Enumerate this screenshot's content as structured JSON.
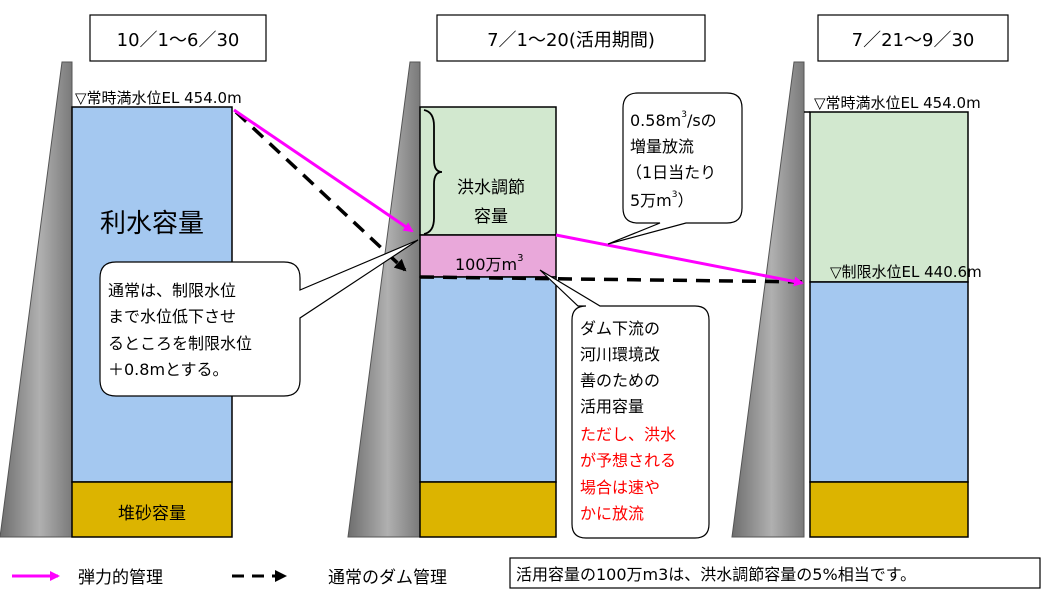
{
  "periods": [
    {
      "label": "10／1～6／30"
    },
    {
      "label": "7／1～20(活用期間)"
    },
    {
      "label": "7／21～9／30"
    }
  ],
  "levels": {
    "normal_full": "▽常時満水位EL 454.0m",
    "limit_left": "▽常時満水位EL 454.0m",
    "limit_right": "▽制限水位EL 440.6m"
  },
  "capacities": {
    "water_use": "利水容量",
    "sediment_left": "堆砂容量",
    "flood_control_line1": "洪水調節",
    "flood_control_line2": "容量",
    "utilization_amount": "100万m",
    "utilization_sup": "3"
  },
  "callouts": {
    "left": [
      "通常は、制限水位",
      "まで水位低下させ",
      "るところを制限水位",
      "＋0.8mとする。"
    ],
    "right_top": {
      "line1": "0.58m",
      "line1_sup": "3",
      "line1_rest": "/sの",
      "line2": "増量放流",
      "line3": "（1日当たり",
      "line4": "5万m",
      "line4_sup": "3",
      "line4_rest": "）"
    },
    "middle": {
      "black": [
        "ダム下流の",
        "河川環境改",
        "善のための",
        "活用容量"
      ],
      "red": [
        "ただし、洪水",
        "が予想される",
        "場合は速や",
        "かに放流"
      ]
    }
  },
  "legend": {
    "elastic": "弾力的管理",
    "normal": "通常のダム管理"
  },
  "note": "活用容量の100万m3は、洪水調節容量の5%相当です。",
  "colors": {
    "water_blue": "#a4c8f0",
    "flood_green": "#d2e8cf",
    "utilization_pink": "#e9a8da",
    "sediment_gold": "#dcb400",
    "dam_gray": "#8f8f8f",
    "arrow_magenta": "#ff00ff",
    "red_text": "#ff0000"
  }
}
